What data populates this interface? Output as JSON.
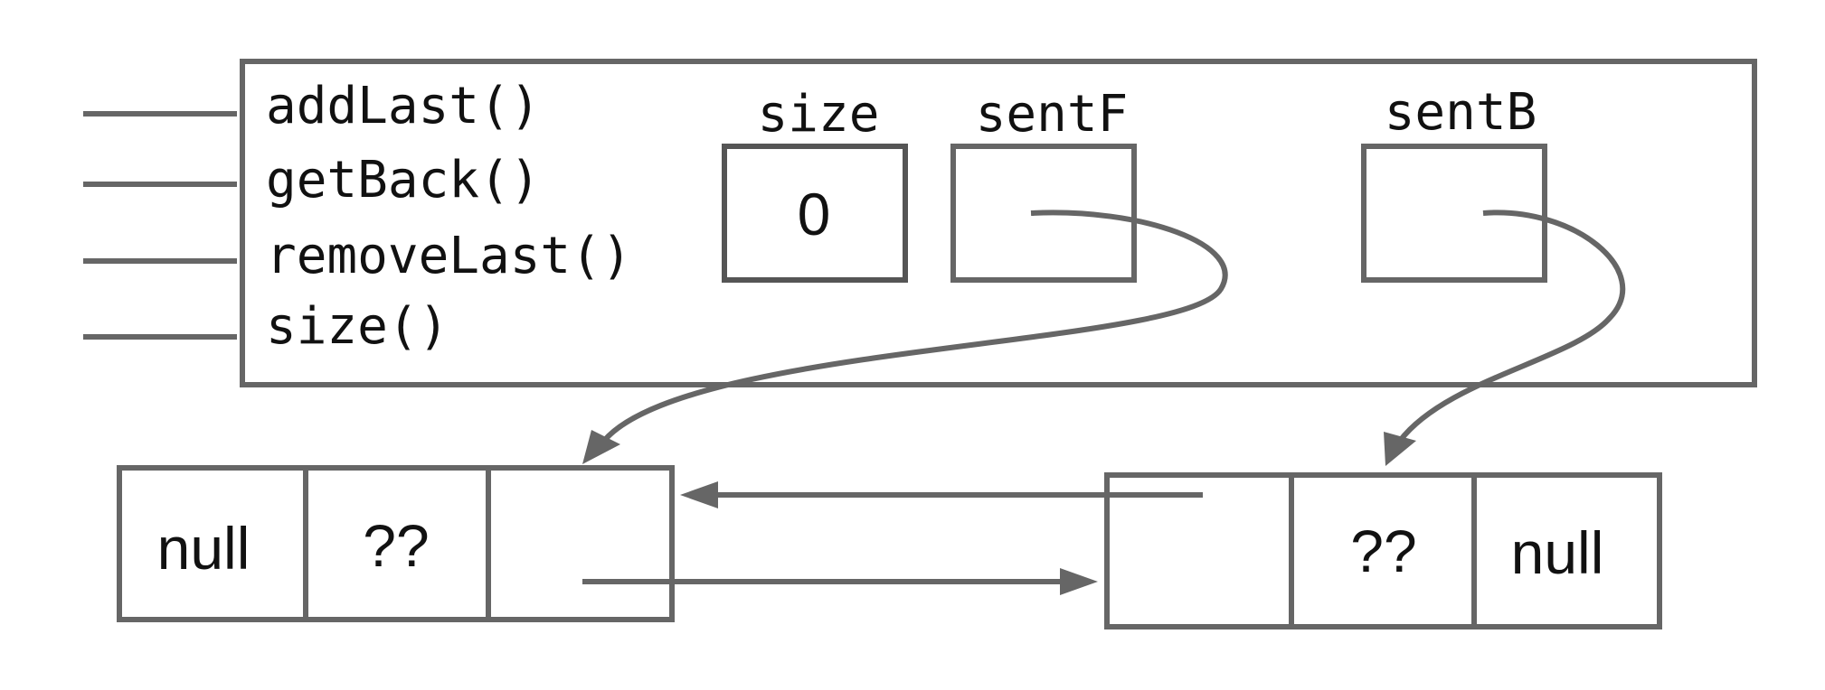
{
  "methods": [
    "addLast()",
    "getBack()",
    "removeLast()",
    "size()"
  ],
  "fields": {
    "size": {
      "label": "size",
      "value": "0"
    },
    "sentF": {
      "label": "sentF"
    },
    "sentB": {
      "label": "sentB"
    }
  },
  "nodes": {
    "front": {
      "prev": "null",
      "item": "??"
    },
    "back": {
      "item": "??",
      "next": "null"
    }
  },
  "colors": {
    "stroke": "#666666",
    "text": "#111111"
  }
}
